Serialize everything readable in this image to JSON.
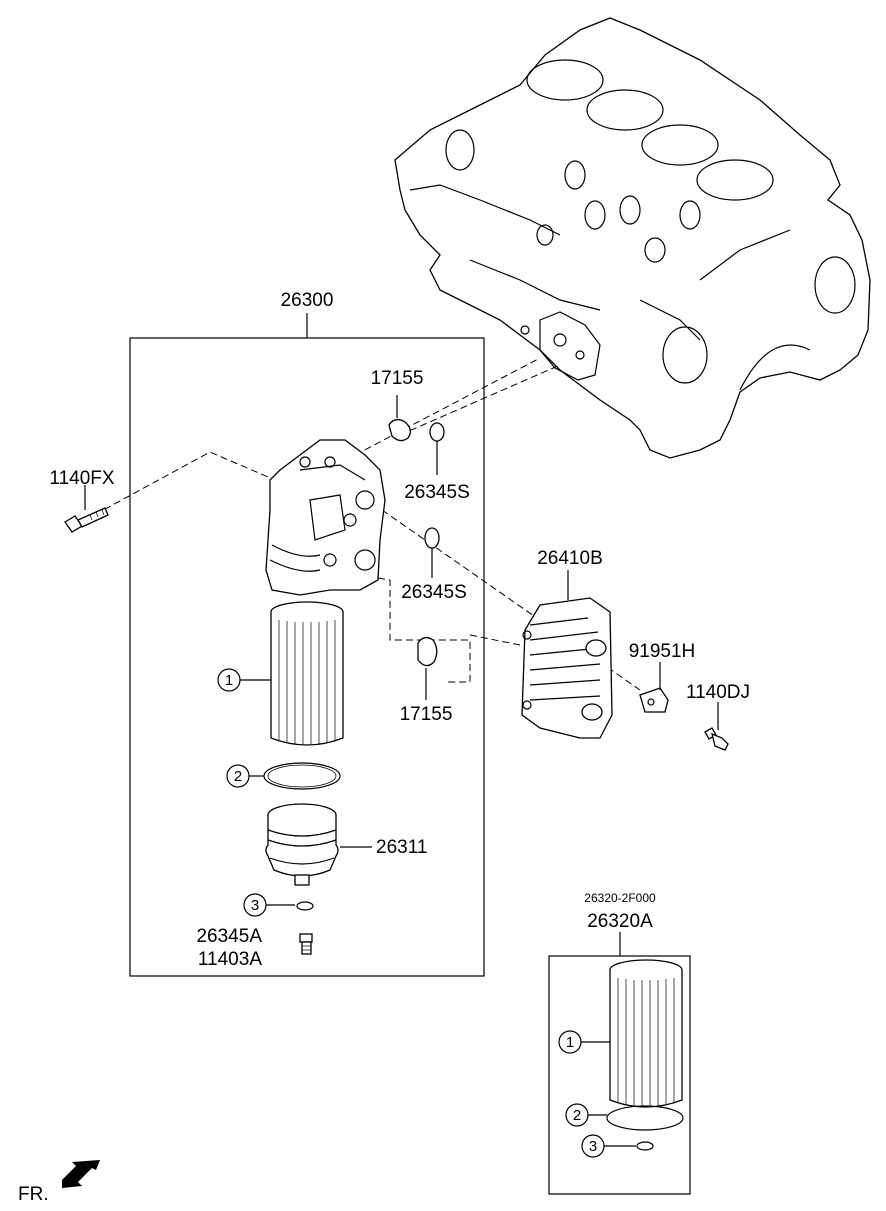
{
  "labels": {
    "main_assembly": "26300",
    "oring_top": "17155",
    "seal_top": "26345S",
    "bolt_left": "1140FX",
    "seal_mid": "26345S",
    "cooler": "26410B",
    "bracket": "91951H",
    "bolt_right": "1140DJ",
    "oring_bottom": "17155",
    "cap": "26311",
    "plug_a": "26345A",
    "plug_b": "11403A",
    "kit_code": "26320-2F000",
    "kit": "26320A",
    "front_marker": "FR."
  },
  "callouts": {
    "element": "1",
    "gasket": "2",
    "oring": "3",
    "kit_element": "1",
    "kit_gasket": "2",
    "kit_oring": "3"
  },
  "icons": {
    "front_arrow": "arrow-down-left-icon"
  }
}
